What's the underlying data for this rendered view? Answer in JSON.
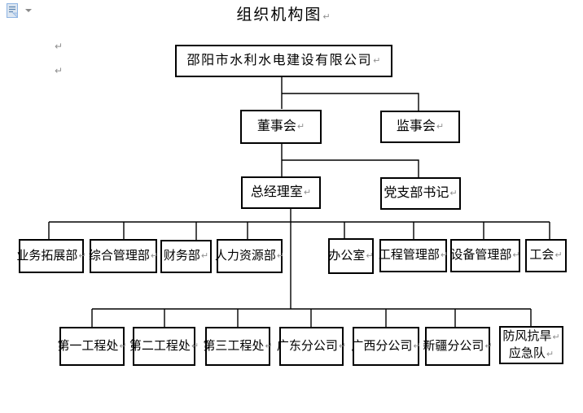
{
  "document": {
    "title": "组织机构图",
    "pilcrow": "↵"
  },
  "icons": {
    "paste_options": "paste-options-icon",
    "dropdown_caret": "chevron-down"
  },
  "colors": {
    "background": "#ffffff",
    "box_border": "#000000",
    "text": "#000000",
    "pilcrow": "#909090",
    "icon_fill": "#dce6f1",
    "icon_stroke": "#8eb4e3",
    "icon_lines": "#5b84b1"
  },
  "org_chart": {
    "root": {
      "label": "邵阳市水利水电建设有限公司"
    },
    "level2": [
      {
        "label": "董事会"
      },
      {
        "label": "监事会"
      }
    ],
    "level3": [
      {
        "label": "总经理室"
      },
      {
        "label": "党支部书记"
      }
    ],
    "level4": [
      {
        "label": "业务拓展部"
      },
      {
        "label": "综合管理部"
      },
      {
        "label": "财务部"
      },
      {
        "label": "人力资源部"
      },
      {
        "label": "办公室"
      },
      {
        "label": "工程管理部"
      },
      {
        "label": "设备管理部"
      },
      {
        "label": "工会"
      }
    ],
    "level5": [
      {
        "label": "第一工程处"
      },
      {
        "label": "第二工程处"
      },
      {
        "label": "第三工程处"
      },
      {
        "label": "广东分公司"
      },
      {
        "label": "广西分公司"
      },
      {
        "label": "新疆分公司"
      },
      {
        "label_line1": "防风抗旱",
        "label_line2": "应急队"
      }
    ]
  }
}
